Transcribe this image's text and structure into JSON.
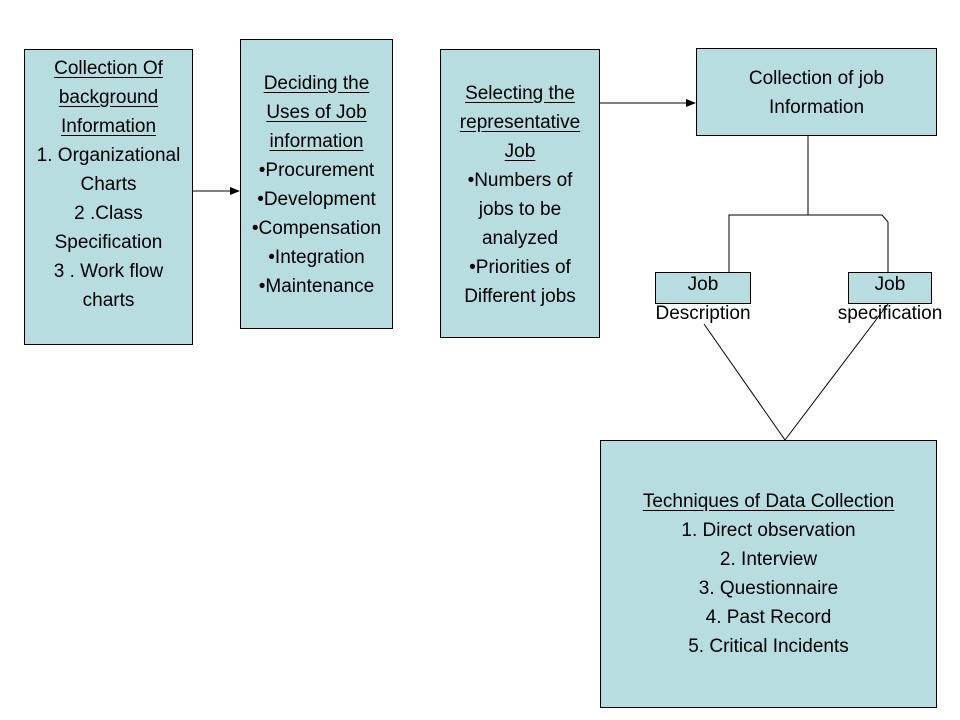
{
  "box1": {
    "title": [
      "Collection Of",
      " background",
      "Information"
    ],
    "items": [
      "1.   Organizational",
      "Charts",
      "2  .Class",
      "Specification",
      "3 . Work flow",
      "charts"
    ]
  },
  "box2": {
    "title": [
      "Deciding the",
      "Uses of Job",
      " information"
    ],
    "items": [
      "•Procurement",
      "•Development",
      "•Compensation",
      "•Integration",
      "•Maintenance"
    ]
  },
  "box3": {
    "title": [
      "Selecting the",
      " representative",
      "Job"
    ],
    "items": [
      "•Numbers of",
      "jobs to be",
      "analyzed",
      "•Priorities of",
      "Different jobs"
    ]
  },
  "box4": {
    "lines": [
      "Collection of job",
      "Information"
    ]
  },
  "box5": {
    "lines": [
      "Job",
      "Description"
    ]
  },
  "box6": {
    "lines": [
      "Job",
      "specification"
    ]
  },
  "box7": {
    "title": "Techniques of Data Collection",
    "items": [
      "1.   Direct observation",
      "2.   Interview",
      "3.   Questionnaire",
      "4.   Past Record",
      "5.   Critical Incidents"
    ]
  }
}
